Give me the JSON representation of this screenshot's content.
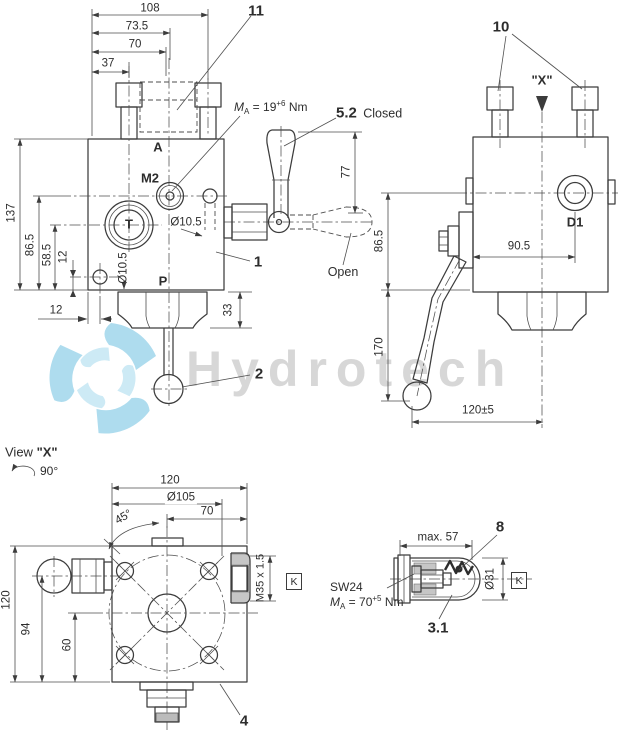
{
  "watermark": {
    "text": "Hydrotech"
  },
  "front": {
    "dim_108": "108",
    "dim_73_5": "73.5",
    "dim_70": "70",
    "dim_37": "37",
    "item_11": "11",
    "torque_m": "M",
    "torque_sub": "A",
    "torque_mid": " = 19",
    "torque_sup": "+6",
    "torque_unit": " Nm",
    "item_5_2": "5.2",
    "closed": "Closed",
    "open": "Open",
    "port_a": "A",
    "port_m2": "M2",
    "port_t": "T",
    "port_p": "P",
    "dia_hole_right": "Ø10.5",
    "dia_hole_bottom": "Ø10.5",
    "dim_137": "137",
    "dim_86_5": "86.5",
    "dim_58_5": "58.5",
    "dim_12_vert": "12",
    "dim_12_horiz": "12",
    "dim_33": "33",
    "dim_77": "77",
    "item_1": "1",
    "item_2": "2"
  },
  "right": {
    "item_10": "10",
    "view_arrow": "\"X\"",
    "port_d1": "D1",
    "dim_90_5": "90.5",
    "dim_86_5": "86.5",
    "dim_170": "170",
    "dim_120": "120±5"
  },
  "bottom": {
    "view_word": "View",
    "view_x": "\"X\"",
    "rotation": "90°",
    "dim_120_top": "120",
    "dia_105": "Ø105",
    "dim_70": "70",
    "angle_45": "45°",
    "dim_120_left": "120",
    "dim_94": "94",
    "dim_60": "60",
    "thread": "M35 x 1.5",
    "key_k": "K",
    "item_4": "4"
  },
  "detail": {
    "dim_max_57": "max. 57",
    "item_8": "8",
    "wrench": "SW24",
    "torque_m": "M",
    "torque_sub": "A",
    "torque_mid": " = 70",
    "torque_sup": "+5",
    "torque_unit": " Nm",
    "item_3_1": "3.1",
    "dia_31": "Ø31",
    "key_k": "K"
  }
}
